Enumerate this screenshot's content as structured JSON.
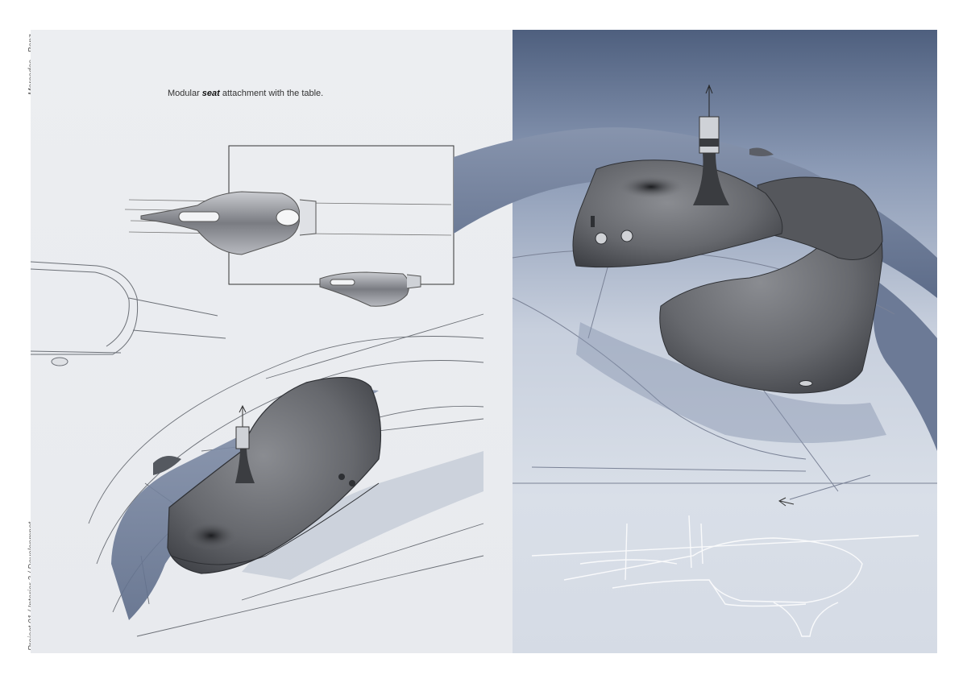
{
  "sidebar": {
    "brand": "Mercedes - Benz",
    "project": "Project 01 / Interior 2 / Developmnet"
  },
  "caption": {
    "before": "Modular ",
    "emphasis": "seat",
    "after": " attachment with the table."
  },
  "colors": {
    "left_background": "#eceef1",
    "right_background_top": "#4e5f7e",
    "right_background_bottom": "#d5dbe5",
    "seat_fill": "#5f6166",
    "band_blue": "#7d8ba6",
    "pencil_line": "#6b6f76"
  }
}
